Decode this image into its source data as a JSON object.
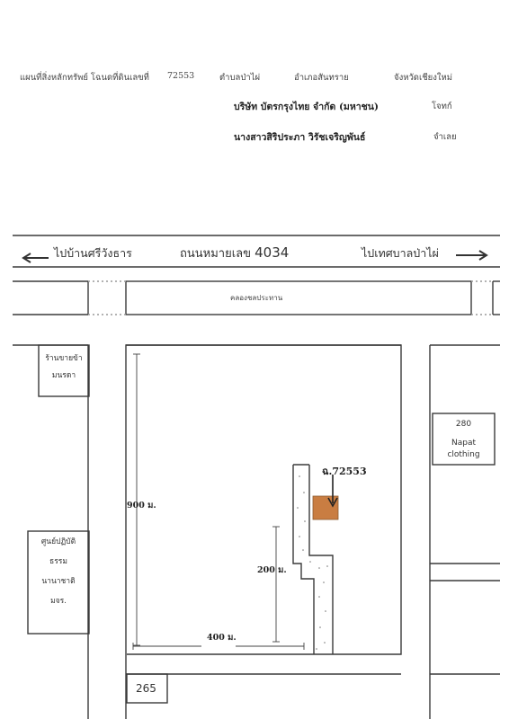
{
  "header": {
    "title": "แผนที่สิ่งหลักทรัพย์ โฉนดที่ดินเลขที่",
    "deed_number": "72553",
    "subdistrict": "ตำบลป่าไผ่",
    "district": "อำเภอสันทราย",
    "province": "จังหวัดเชียงใหม่",
    "plaintiff_name": "บริษัท บัตรกรุงไทย จำกัด (มหาชน)",
    "plaintiff_role": "โจทก์",
    "defendant_name": "นางสาวสิริประภา วิรัชเจริญพันธ์",
    "defendant_role": "จำเลย"
  },
  "map": {
    "left_direction": "ไปบ้านศรีวังธาร",
    "road_name": "ถนนหมายเลข",
    "road_number": "4034",
    "right_direction": "ไปเทศบาลป่าไผ่",
    "canal": "คลองชลประทาน",
    "shop_label_line1": "ร้านขายข้า",
    "shop_label_line2": "มนรดา",
    "center_label_line1": "ศูนย์ปฏิบัติ",
    "center_label_line2": "ธรรม",
    "center_label_line3": "นานาชาติ",
    "center_label_line4": "มจร.",
    "napat_number": "280",
    "napat_name_line1": "Napat",
    "napat_name_line2": "clothing",
    "house_number": "265",
    "parcel_label": "ฉ.72553",
    "dim_900": "900 ม.",
    "dim_200": "200 ม.",
    "dim_400": "400 ม."
  },
  "colors": {
    "parcel": "#c97d42",
    "lines": "#3a3a3a"
  }
}
